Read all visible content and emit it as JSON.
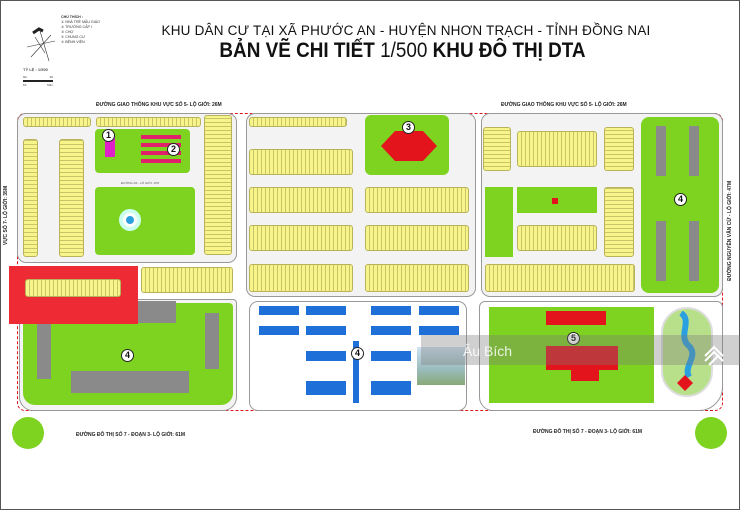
{
  "header": {
    "subtitle": "KHU DÂN CƯ TẠI XÃ PHƯỚC AN - HUYỆN NHƠN TRẠCH - TỈNH ĐỒNG NAI",
    "title_bold_1": "BẢN VẼ CHI TIẾT",
    "title_scale": "1/500",
    "title_bold_2": "KHU ĐÔ THỊ DTA"
  },
  "legend": {
    "heading": "CHÚ THÍCH :",
    "items": [
      {
        "num": "1",
        "label": "NHÀ TRẺ MẪU GIÁO"
      },
      {
        "num": "2",
        "label": "TRƯỜNG CẤP I"
      },
      {
        "num": "3",
        "label": "CHỢ"
      },
      {
        "num": "4",
        "label": "CHUNG CƯ"
      },
      {
        "num": "5",
        "label": "BỆNH VIỆN"
      }
    ],
    "scale_label": "TỶ LỆ : 1/500",
    "scale_ticks": [
      "0m",
      "20",
      "10",
      "50m"
    ]
  },
  "roads": {
    "top_left": "ĐƯỜNG GIAO THÔNG KHU VỰC SỐ 5- LỘ GIỚI: 26M",
    "top_right": "ĐƯỜNG GIAO THÔNG KHU VỰC SỐ 5- LỘ GIỚI: 26M",
    "left": "VỰC SỐ 7- LỘ GIỚI: 35M",
    "right": "ĐƯỜNG NGUYỄN VĂN CỪ - LỘ GIỚI: 47M",
    "bottom_left": "ĐƯỜNG ĐÔ THỊ SỐ 7 - ĐOẠN 3- LỘ GIỚI: 61M",
    "bottom_right": "ĐƯỜNG ĐÔ THỊ SỐ 7 - ĐOẠN 3- LỘ GIỚI: 61M",
    "internal": "ĐƯỜNG D4 - LỘ GIỚI: 17M"
  },
  "markers": [
    "1",
    "2",
    "3",
    "4",
    "4",
    "4",
    "5"
  ],
  "watermark": "Âu Bích",
  "colors": {
    "highlight": "#ee2a35",
    "lot": "#f7f48a",
    "green": "#7ed321",
    "blue": "#1f6fd8",
    "red": "#e3141b"
  }
}
